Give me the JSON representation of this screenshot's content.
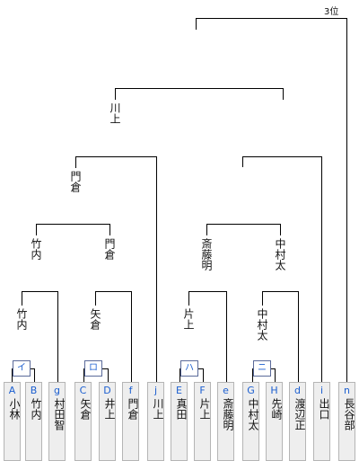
{
  "third_place_label": "3位",
  "players": [
    {
      "code": "A",
      "name": "小林"
    },
    {
      "code": "B",
      "name": "竹内"
    },
    {
      "code": "g",
      "name": "村田智"
    },
    {
      "code": "C",
      "name": "矢倉"
    },
    {
      "code": "D",
      "name": "井上"
    },
    {
      "code": "f",
      "name": "門倉"
    },
    {
      "code": "j",
      "name": "川上"
    },
    {
      "code": "E",
      "name": "真田"
    },
    {
      "code": "F",
      "name": "片上"
    },
    {
      "code": "e",
      "name": "斎藤明"
    },
    {
      "code": "G",
      "name": "中村太"
    },
    {
      "code": "H",
      "name": "先崎"
    },
    {
      "code": "d",
      "name": "渡辺正"
    },
    {
      "code": "i",
      "name": "出口"
    },
    {
      "code": "n",
      "name": "長谷部"
    }
  ],
  "seed_marks": [
    "イ",
    "ロ",
    "ハ",
    "ニ"
  ],
  "winners": {
    "r1_left_1": "竹内",
    "r1_left_2": "矢倉",
    "r1_right_1": "片上",
    "r1_right_2": "中村太",
    "r2_left_1": "竹内",
    "r2_left_2": "門倉",
    "r2_right_1": "斎藤明",
    "r2_right_2": "中村太",
    "r3_left": "門倉",
    "final": "川上"
  }
}
